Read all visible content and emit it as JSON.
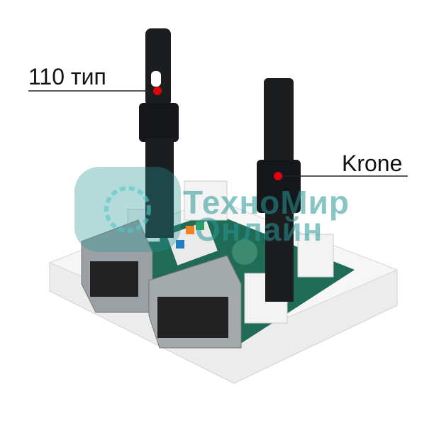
{
  "labels": {
    "tool_110": "110 тип",
    "tool_krone": "Krone"
  },
  "watermark": {
    "line1": "ТехноМир",
    "line2": "Онлайн"
  },
  "colors": {
    "marker": "#e00010",
    "watermark": "#2a9696",
    "pcb": "#1f6b55",
    "tool": "#1b1d1f"
  }
}
